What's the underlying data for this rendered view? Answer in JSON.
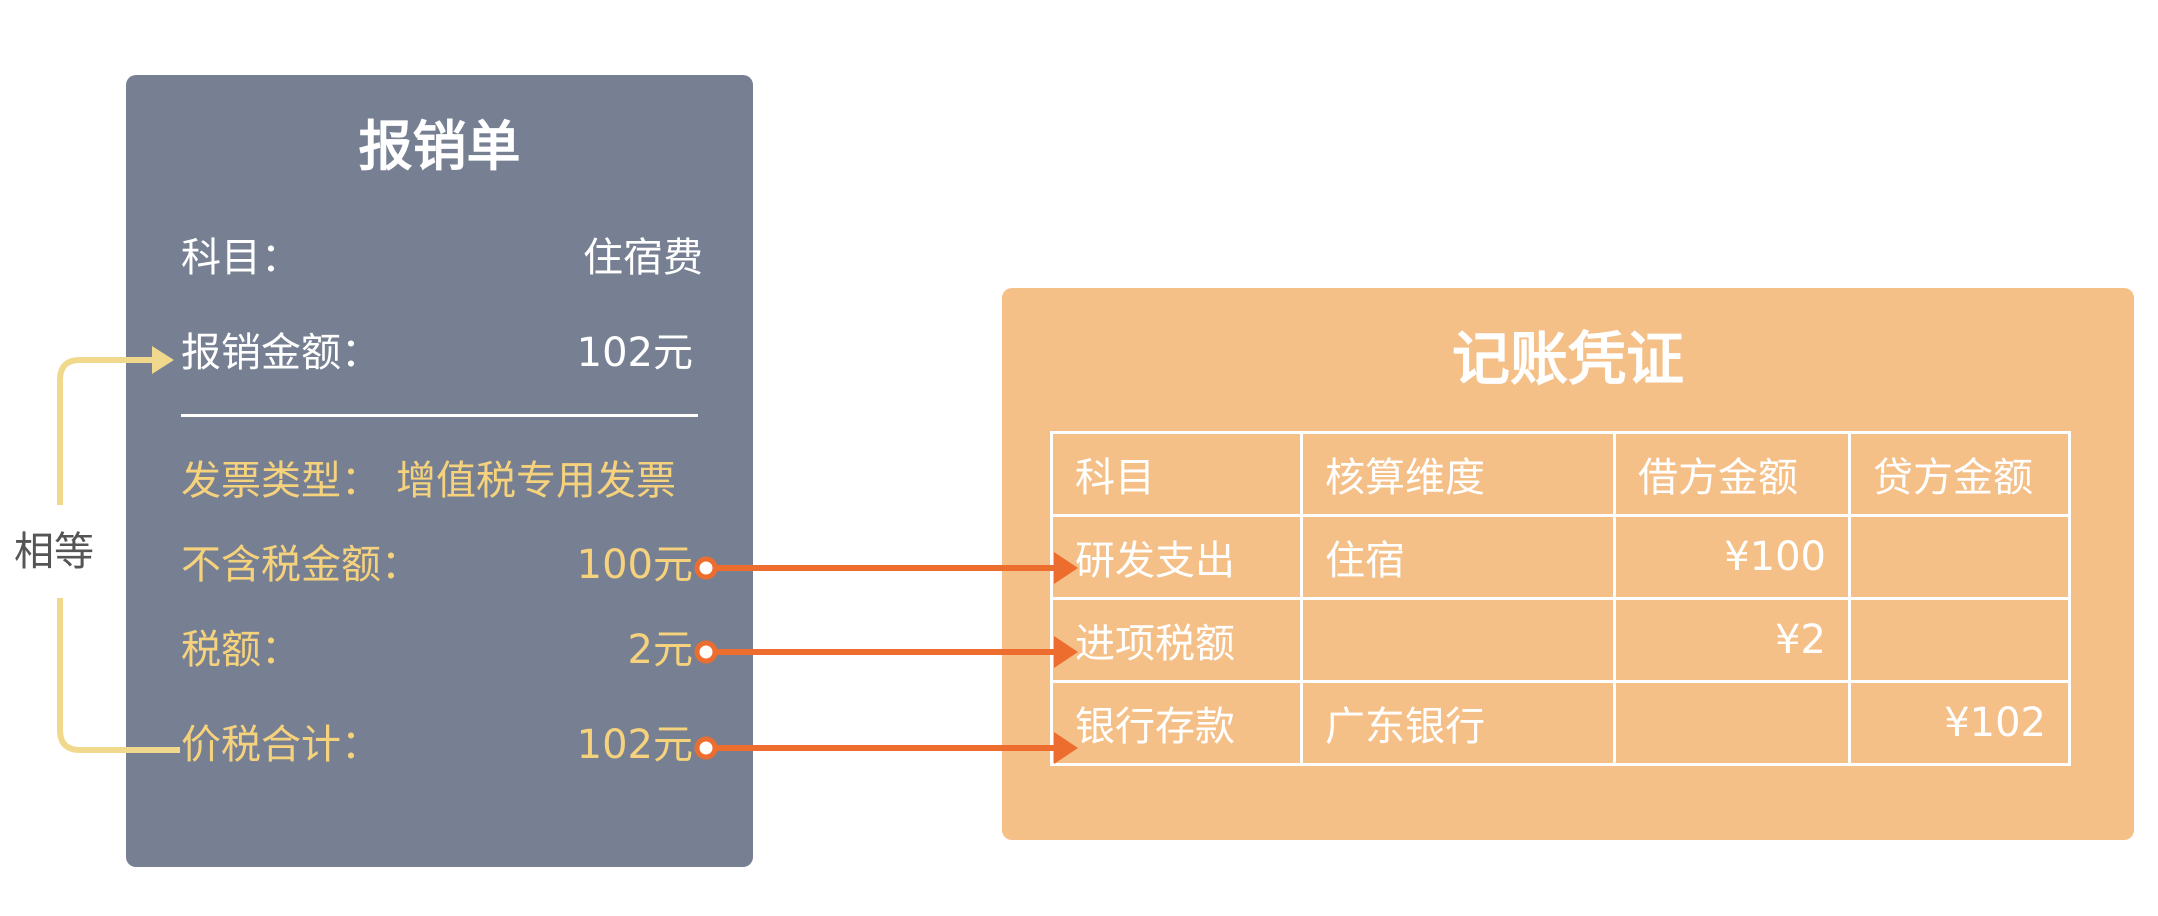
{
  "form": {
    "title": "报销单",
    "rows": [
      {
        "label": "科目：",
        "value": "住宿费"
      },
      {
        "label": "报销金额：",
        "value": "102元"
      }
    ],
    "invoice_type": {
      "label": "发票类型：",
      "value": "增值税专用发票"
    },
    "tax_rows": [
      {
        "label": "不含税金额：",
        "value": "100元"
      },
      {
        "label": "税额：",
        "value": "2元"
      },
      {
        "label": "价税合计：",
        "value": "102元"
      }
    ]
  },
  "equal_label": "相等",
  "voucher": {
    "title": "记账凭证",
    "headers": [
      "科目",
      "核算维度",
      "借方金额",
      "贷方金额"
    ],
    "rows": [
      [
        "研发支出",
        "住宿",
        "¥100",
        ""
      ],
      [
        "进项税额",
        "",
        "¥2",
        ""
      ],
      [
        "银行存款",
        "广东银行",
        "",
        "¥102"
      ]
    ]
  },
  "colors": {
    "form_bg": "#778093",
    "voucher_bg": "#f5c088",
    "highlight_text": "#f6d27c",
    "equal_connector": "#f0d98c",
    "arrow": "#ec6d2e"
  }
}
